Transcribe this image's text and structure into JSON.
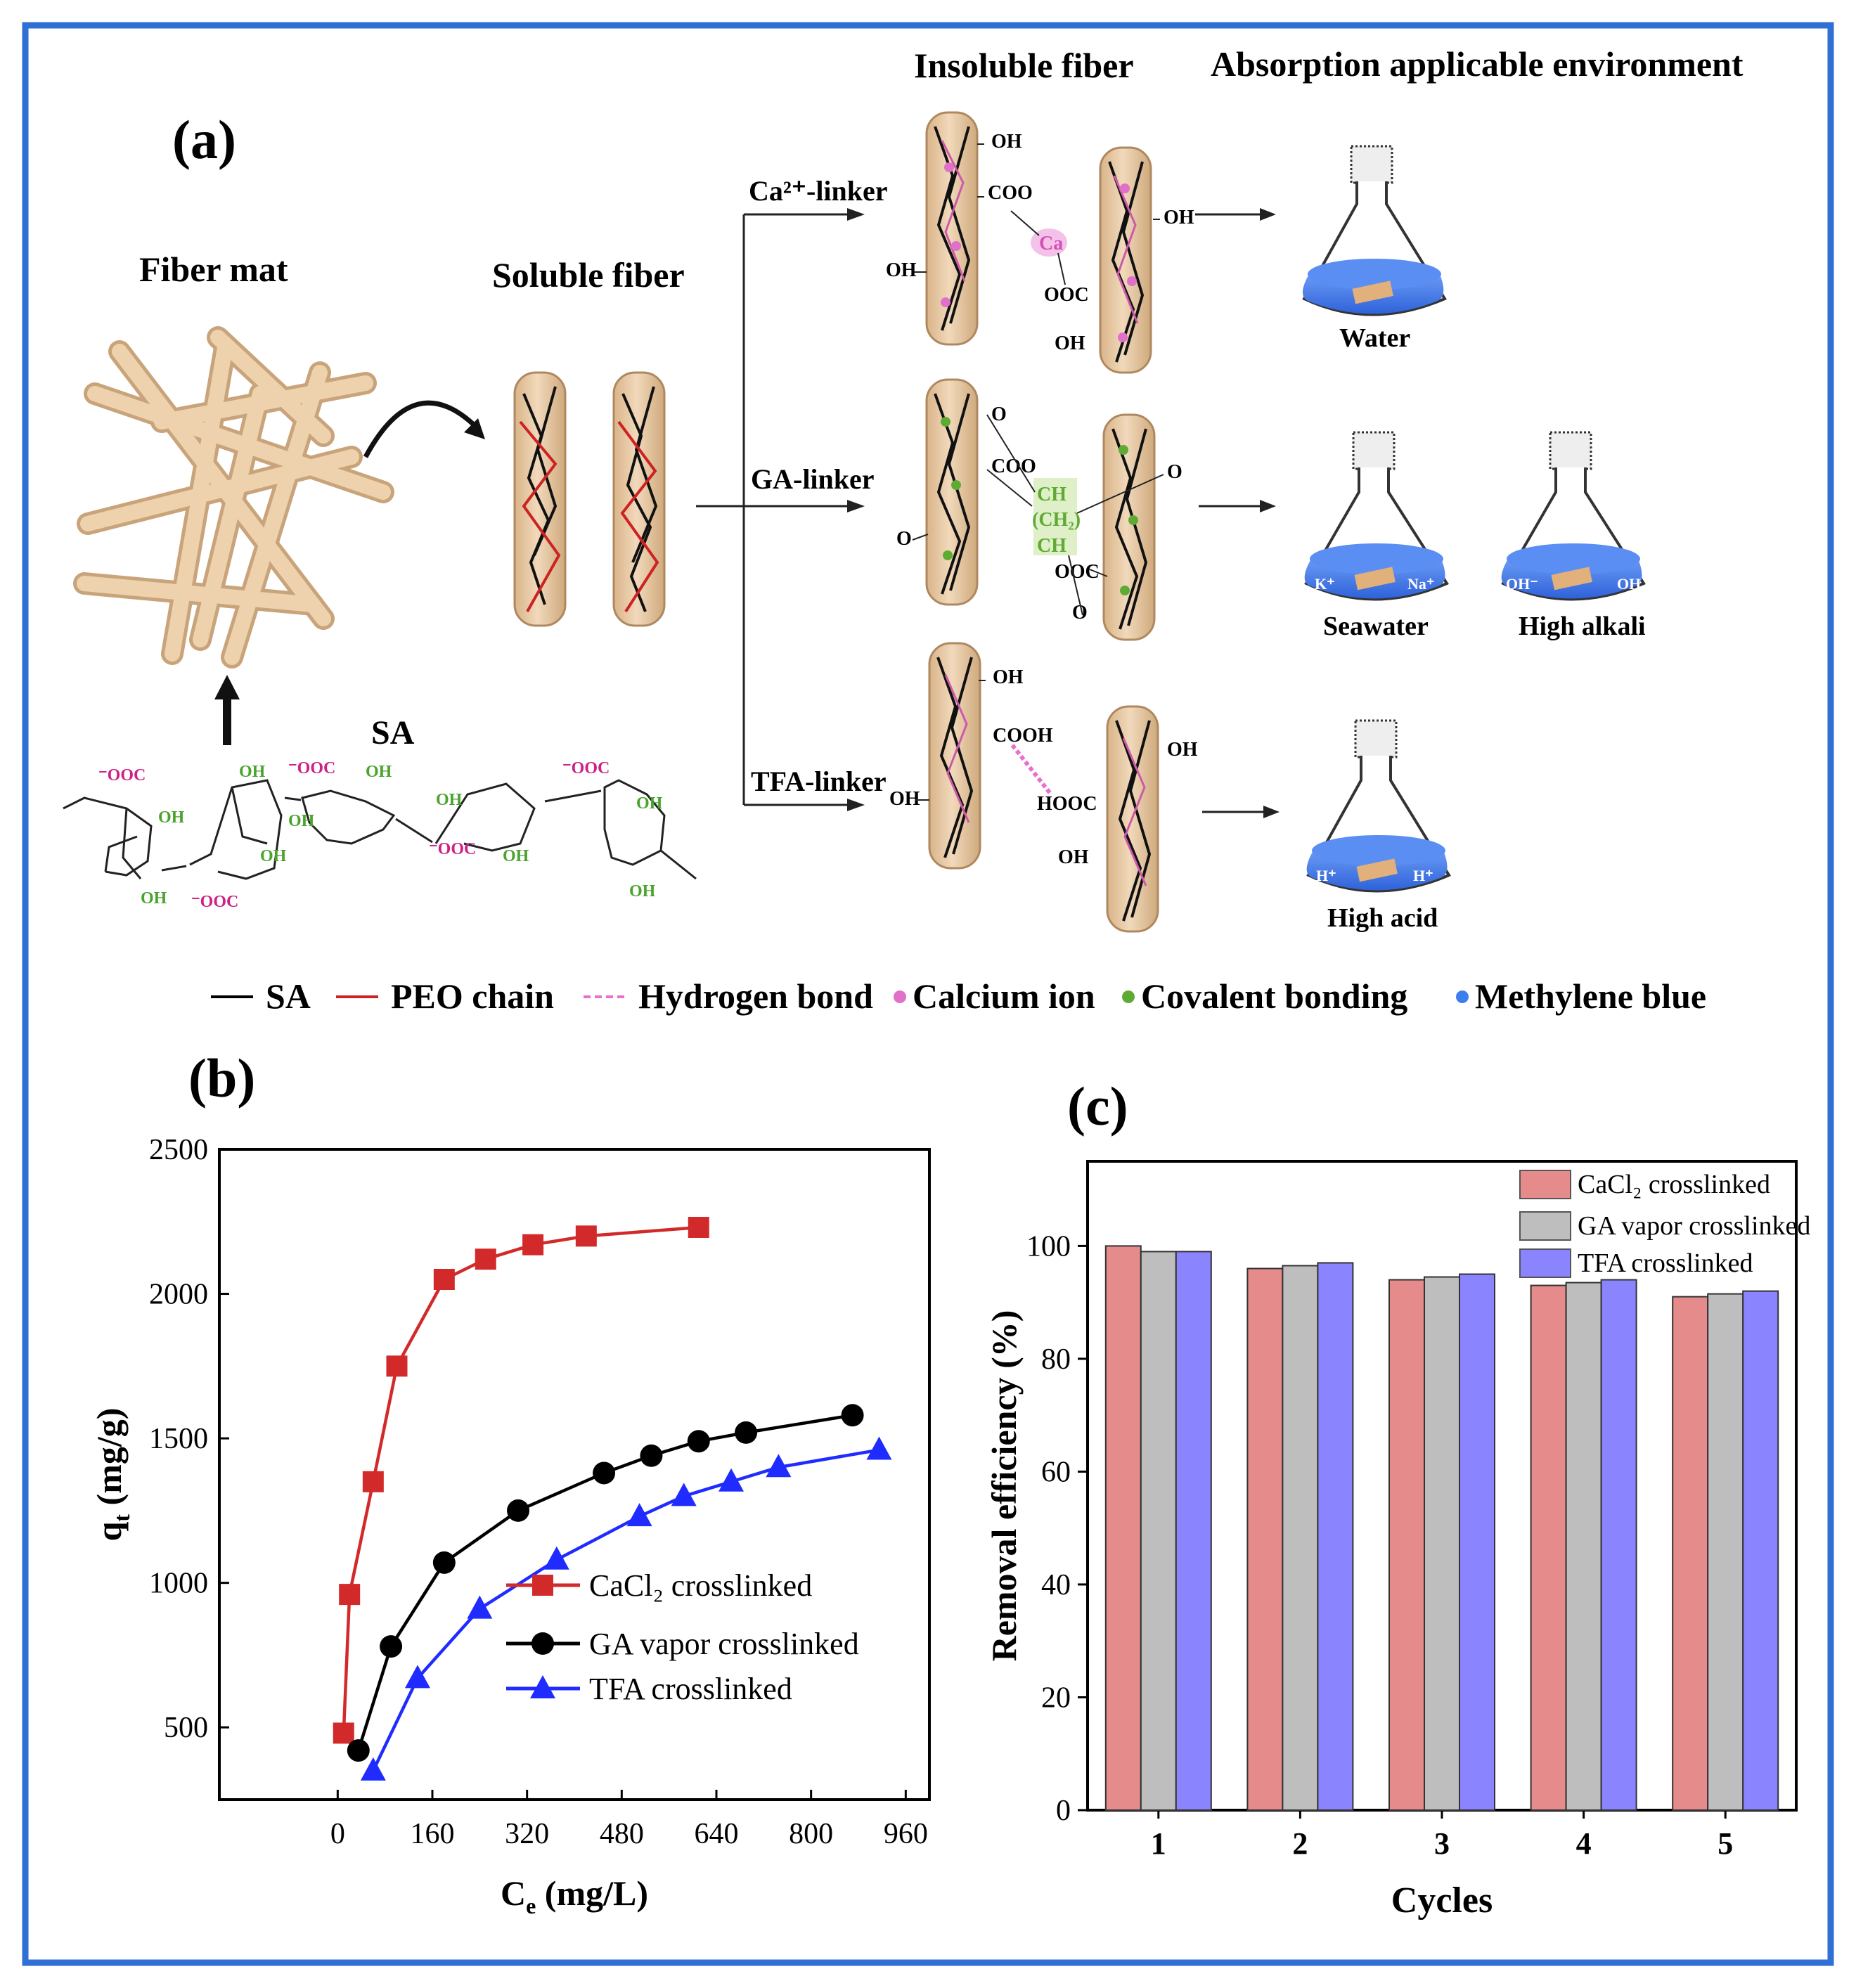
{
  "panel_a": {
    "label": "(a)",
    "fiber_mat": "Fiber mat",
    "soluble_fiber": "Soluble fiber",
    "insoluble_fiber": "Insoluble fiber",
    "absorption_env": "Absorption applicable environment",
    "sa": "SA",
    "linkers": {
      "ca": "Ca²⁺-linker",
      "ga": "GA-linker",
      "tfa": "TFA-linker"
    },
    "environments": {
      "water": "Water",
      "seawater": "Seawater",
      "high_alkali": "High alkali",
      "high_acid": "High acid"
    },
    "groups": {
      "oh": "OH",
      "coo": "COO",
      "ooc": "OOC",
      "ca": "Ca",
      "o": "O",
      "cooh": "COOH",
      "hooc": "HOOC",
      "ch": "CH",
      "ch2": "(CH₂)",
      "k": "K⁺",
      "na": "Na⁺",
      "ohm": "OH⁻",
      "h": "H⁺",
      "minus_ooc": "⁻OOC"
    },
    "legend": [
      {
        "label": "SA",
        "color": "#000000",
        "style": "line"
      },
      {
        "label": "PEO chain",
        "color": "#cc2222",
        "style": "line"
      },
      {
        "label": "Hydrogen bond",
        "color": "#e86fcf",
        "style": "dash"
      },
      {
        "label": "Calcium ion",
        "color": "#e070c8",
        "style": "dot"
      },
      {
        "label": "Covalent bonding",
        "color": "#5faa33",
        "style": "dot"
      },
      {
        "label": "Methylene blue",
        "color": "#3e7df0",
        "style": "dot"
      }
    ]
  },
  "chart_data": [
    {
      "type": "line",
      "panel_label": "(b)",
      "xlabel": "C",
      "xlabel_sub": "e",
      "xlabel_unit": " (mg/L)",
      "ylabel": "q",
      "ylabel_sub": "t",
      "ylabel_unit": " (mg/g)",
      "xlim": [
        -200,
        1000
      ],
      "ylim": [
        250,
        2500
      ],
      "xticks": [
        0,
        160,
        320,
        480,
        640,
        800,
        960
      ],
      "yticks": [
        500,
        1000,
        1500,
        2000,
        2500
      ],
      "series": [
        {
          "name": "CaCl₂ crosslinked",
          "color": "#d22a2a",
          "marker": "square",
          "x": [
            10,
            20,
            60,
            100,
            180,
            250,
            330,
            420,
            610
          ],
          "y": [
            480,
            960,
            1350,
            1750,
            2050,
            2120,
            2170,
            2200,
            2230
          ]
        },
        {
          "name": "GA vapor crosslinked",
          "color": "#000000",
          "marker": "circle",
          "x": [
            35,
            90,
            180,
            305,
            450,
            530,
            610,
            690,
            870
          ],
          "y": [
            420,
            780,
            1070,
            1250,
            1380,
            1440,
            1490,
            1520,
            1580
          ]
        },
        {
          "name": "TFA crosslinked",
          "color": "#1f2bff",
          "marker": "triangle",
          "x": [
            60,
            135,
            240,
            370,
            510,
            585,
            665,
            745,
            915
          ],
          "y": [
            350,
            670,
            910,
            1080,
            1230,
            1300,
            1350,
            1400,
            1460
          ]
        }
      ]
    },
    {
      "type": "bar",
      "panel_label": "(c)",
      "xlabel": "Cycles",
      "ylabel": "Removal efficiency (%)",
      "categories": [
        "1",
        "2",
        "3",
        "4",
        "5"
      ],
      "ylim": [
        0,
        115
      ],
      "yticks": [
        0,
        20,
        40,
        60,
        80,
        100
      ],
      "series": [
        {
          "name": "CaCl₂ crosslinked",
          "color": "#e58b8b",
          "values": [
            100,
            96,
            94,
            93,
            91
          ]
        },
        {
          "name": "GA vapor crosslinked",
          "color": "#bebebe",
          "values": [
            99,
            96.5,
            94.5,
            93.5,
            91.5
          ]
        },
        {
          "name": "TFA crosslinked",
          "color": "#8a84ff",
          "values": [
            99,
            97,
            95,
            94,
            92
          ]
        }
      ]
    }
  ],
  "colors": {
    "frame": "#2f6fd6",
    "fiber": "#e6c7a0",
    "blue_liquid": "#3c74ea"
  }
}
